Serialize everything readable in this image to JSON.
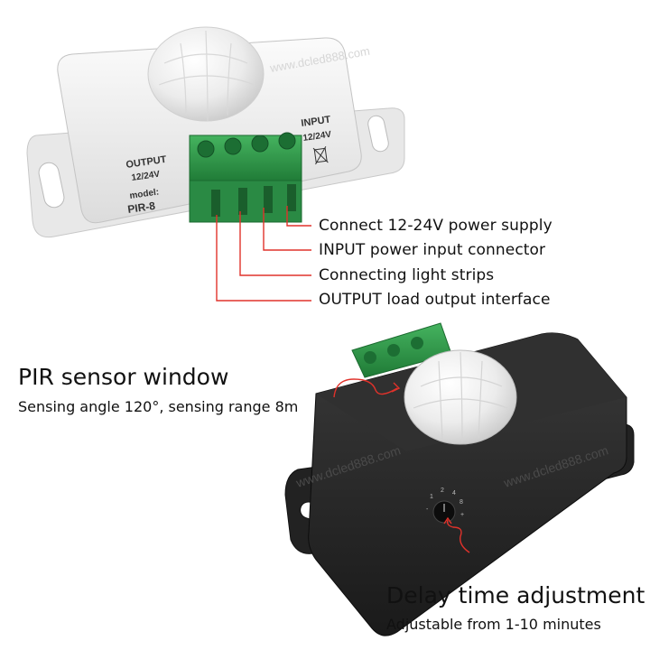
{
  "top_device": {
    "output_label": "OUTPUT",
    "output_voltage": "12/24V",
    "model_label": "model:",
    "model_value": "PIR-8",
    "input_label": "INPUT",
    "input_voltage": "12/24V"
  },
  "callouts": [
    "Connect 12-24V power supply",
    "INPUT power input connector",
    "Connecting light strips",
    "OUTPUT load output interface"
  ],
  "pir_window": {
    "title": "PIR sensor window",
    "detail": "Sensing angle 120°, sensing range 8m"
  },
  "delay": {
    "title": "Delay time adjustment",
    "detail": "Adjustable from 1-10 minutes"
  },
  "watermark": "www.dcled888.com",
  "colors": {
    "callout_line": "#e0322b",
    "terminal_green": "#2f9a4a",
    "top_case": "#eeeeee",
    "bottom_case": "#2a2a2a",
    "dome": "#f2f2f2"
  }
}
